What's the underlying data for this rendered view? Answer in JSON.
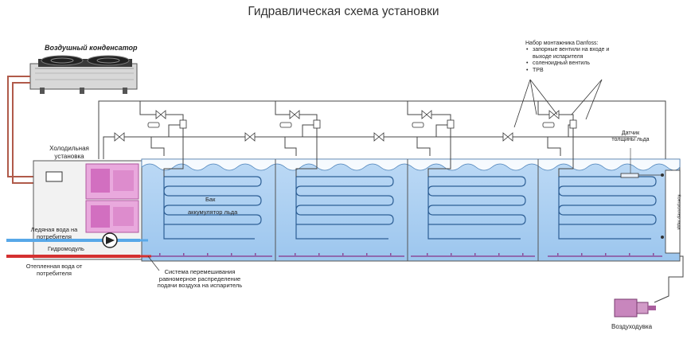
{
  "title": "Гидравлическая схема установки",
  "condenser_label": "Воздушный конденсатор",
  "chiller_label": "Холодильная установка",
  "ice_water_label": "Ледяная вода на потребителя",
  "hydromodule_label": "Гидромодуль",
  "return_water_label": "Отепленная вода от потребителя",
  "tank_label_1": "Бак",
  "tank_label_2": "аккумулятор льда",
  "mixing_label_1": "Система перемешивания",
  "mixing_label_2": "равномерное распределение",
  "mixing_label_3": "подачи воздуха на испаритель",
  "danfoss_title": "Набор монтажника Danfoss:",
  "danfoss_items": [
    "запорные вентили на входе и",
    "выходе испарителя",
    "соленоидный вентиль",
    "ТРВ"
  ],
  "ice_sensor_label_1": "Датчик",
  "ice_sensor_label_2": "толщины льда",
  "control_box_label": "Контроллер льда",
  "blower_label": "Воздуходувка",
  "colors": {
    "water": "#a9cef0",
    "water_dark": "#7fb0df",
    "pipe_blue": "#58a8e8",
    "pipe_red": "#d43030",
    "condenser_pipe": "#b05a4a",
    "compressor": "#d978c6",
    "blower": "#c07ab4"
  }
}
